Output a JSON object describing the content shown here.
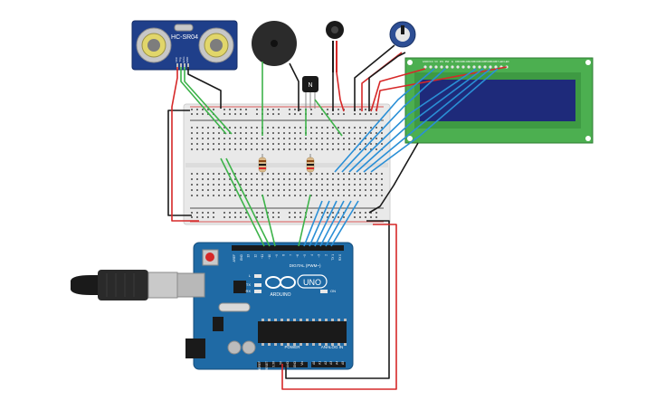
{
  "sensor": {
    "model": "HC-SR04",
    "pins": [
      "VCC",
      "Trig",
      "Echo",
      "GND"
    ]
  },
  "lcd": {
    "pins": [
      "GND",
      "VCC",
      "V0",
      "RS",
      "RW",
      "E",
      "DB0",
      "DB1",
      "DB2",
      "DB3",
      "DB4",
      "DB5",
      "DB6",
      "DB7",
      "LED",
      "LED"
    ]
  },
  "transistor": {
    "label": "N"
  },
  "arduino": {
    "brand": "ARDUINO",
    "model": "UNO",
    "digital_header": "DIGITAL (PWM~)",
    "power_header": "POWER",
    "analog_header": "ANALOG IN",
    "tx": "TX",
    "rx": "RX",
    "on": "ON",
    "l": "L",
    "digital_pins": [
      "AREF",
      "GND",
      "13",
      "12",
      "~11",
      "~10",
      "~9",
      "8",
      "7",
      "~6",
      "~5",
      "4",
      "~3",
      "2",
      "TX 1",
      "RX 0"
    ],
    "power_pins": [
      "IOREF",
      "RESET",
      "3.3V",
      "5V",
      "GND",
      "GND",
      "Vin"
    ],
    "analog_pins": [
      "A0",
      "A1",
      "A2",
      "A3",
      "A4",
      "A5"
    ]
  },
  "colors": {
    "wire_green": "#3db34a",
    "wire_blue": "#2a8fd6",
    "wire_red": "#d62828",
    "wire_black": "#1a1a1a",
    "board_blue": "#1f6aa5",
    "lcd_green": "#4caf50",
    "lcd_screen": "#1e2a7a",
    "breadboard": "#e9e9e9"
  }
}
